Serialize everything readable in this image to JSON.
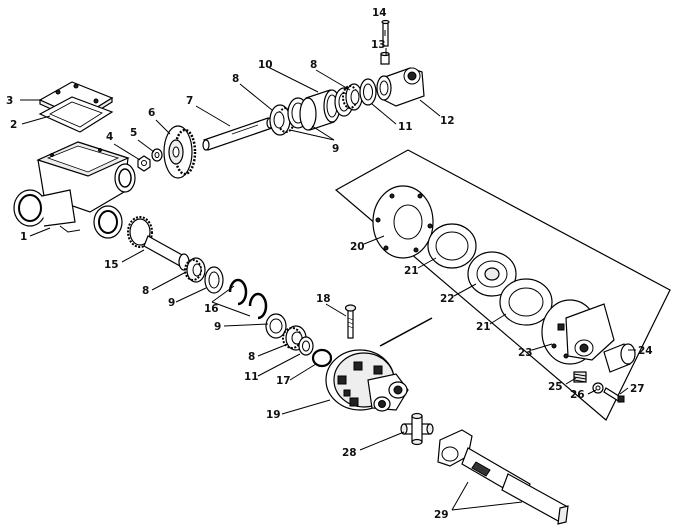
{
  "labels": {
    "l1": "1",
    "l2": "2",
    "l3": "3",
    "l4": "4",
    "l5": "5",
    "l6": "6",
    "l7": "7",
    "l8a": "8",
    "l8b": "8",
    "l8c": "8",
    "l8d": "8",
    "l9a": "9",
    "l9b": "9",
    "l9c": "9",
    "l10": "10",
    "l11a": "11",
    "l11b": "11",
    "l12": "12",
    "l13": "13",
    "l14": "14",
    "l15": "15",
    "l16": "16",
    "l17": "17",
    "l18": "18",
    "l19": "19",
    "l20": "20",
    "l21a": "21",
    "l21b": "21",
    "l22": "22",
    "l23": "23",
    "l24": "24",
    "l25": "25",
    "l26": "26",
    "l27": "27",
    "l28": "28",
    "l29": "29"
  }
}
